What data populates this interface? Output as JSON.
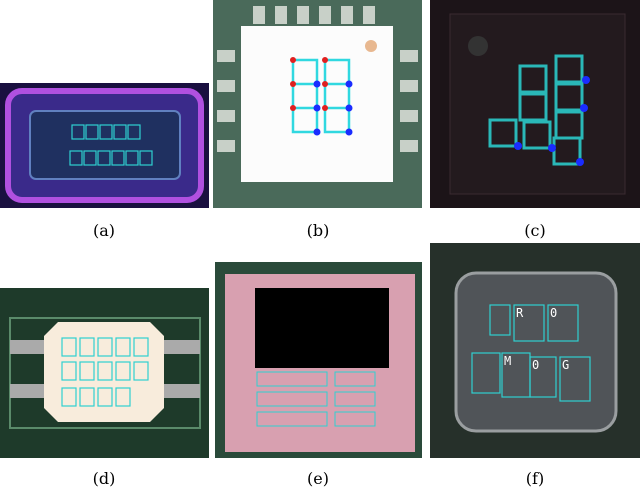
{
  "figure": {
    "captions": [
      "(a)",
      "(b)",
      "(c)",
      "(d)",
      "(e)",
      "(f)"
    ],
    "panel_f_labels": [
      "R",
      "0",
      "M",
      "0",
      "G"
    ]
  },
  "colors": {
    "box": "#2fd0d0",
    "keypoint_red": "#e02020",
    "keypoint_blue": "#1a2cff"
  }
}
